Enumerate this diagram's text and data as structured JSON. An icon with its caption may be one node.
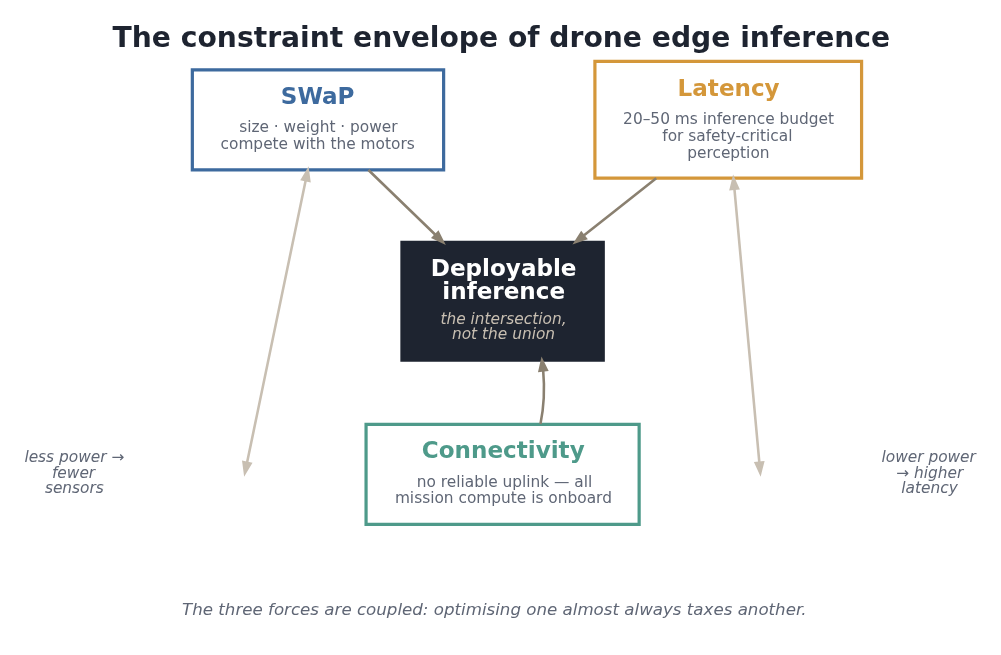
{
  "diagram": {
    "title": "The constraint envelope of drone edge inference",
    "caption": "The three forces are coupled: optimising one almost always taxes another.",
    "nodes": [
      {
        "text": [
          "SWaP",
          "size · weight · power compete with the motors"
        ]
      },
      {
        "text": [
          "Latency",
          "20–50 ms inference budget for safety-critical perception"
        ]
      },
      {
        "text": [
          "Deployable inference",
          "the intersection, not the union"
        ]
      },
      {
        "text": [
          "Connectivity",
          "no reliable uplink — all mission compute is onboard"
        ]
      }
    ],
    "edges": [
      {
        "from": 0,
        "to": 2,
        "arrow": "to"
      },
      {
        "from": 1,
        "to": 2,
        "arrow": "to"
      },
      {
        "from": 3,
        "to": 2,
        "arrow": "to"
      },
      {
        "from": 0,
        "to": null,
        "arrow": "both",
        "color": "#c8bfb2"
      },
      {
        "from": 1,
        "to": null,
        "arrow": "both",
        "color": "#c8bfb2"
      }
    ],
    "labels": [
      "less power → fewer sensors",
      "lower power → higher latency"
    ]
  }
}
